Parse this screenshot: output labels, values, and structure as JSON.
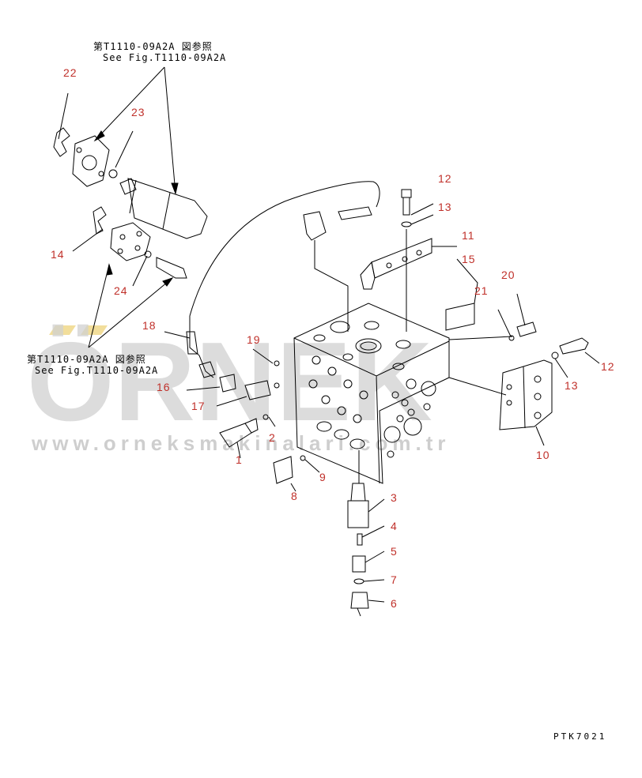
{
  "references": {
    "top": {
      "line1": "第T1110-09A2A 図参照",
      "line2": "See Fig.T1110-09A2A"
    },
    "left": {
      "line1": "第T1110-09A2A 図参照",
      "line2": "See Fig.T1110-09A2A"
    }
  },
  "drawing_code": "PTK7021",
  "watermark": {
    "brand": "ÖRNEK",
    "url": "www.orneksmakinalari.com.tr"
  },
  "part_numbers": {
    "n1": "1",
    "n2": "2",
    "n3": "3",
    "n4": "4",
    "n5": "5",
    "n6": "6",
    "n7": "7",
    "n8": "8",
    "n9": "9",
    "n10": "10",
    "n11": "11",
    "n12a": "12",
    "n12b": "12",
    "n13a": "13",
    "n13b": "13",
    "n14": "14",
    "n15": "15",
    "n16": "16",
    "n17": "17",
    "n18": "18",
    "n19": "19",
    "n20": "20",
    "n21": "21",
    "n22": "22",
    "n23": "23",
    "n24": "24"
  },
  "colors": {
    "label": "#c0302a",
    "line": "#000000",
    "watermark": "#c9c9c9",
    "watermark_accent": "#f0d98a"
  }
}
